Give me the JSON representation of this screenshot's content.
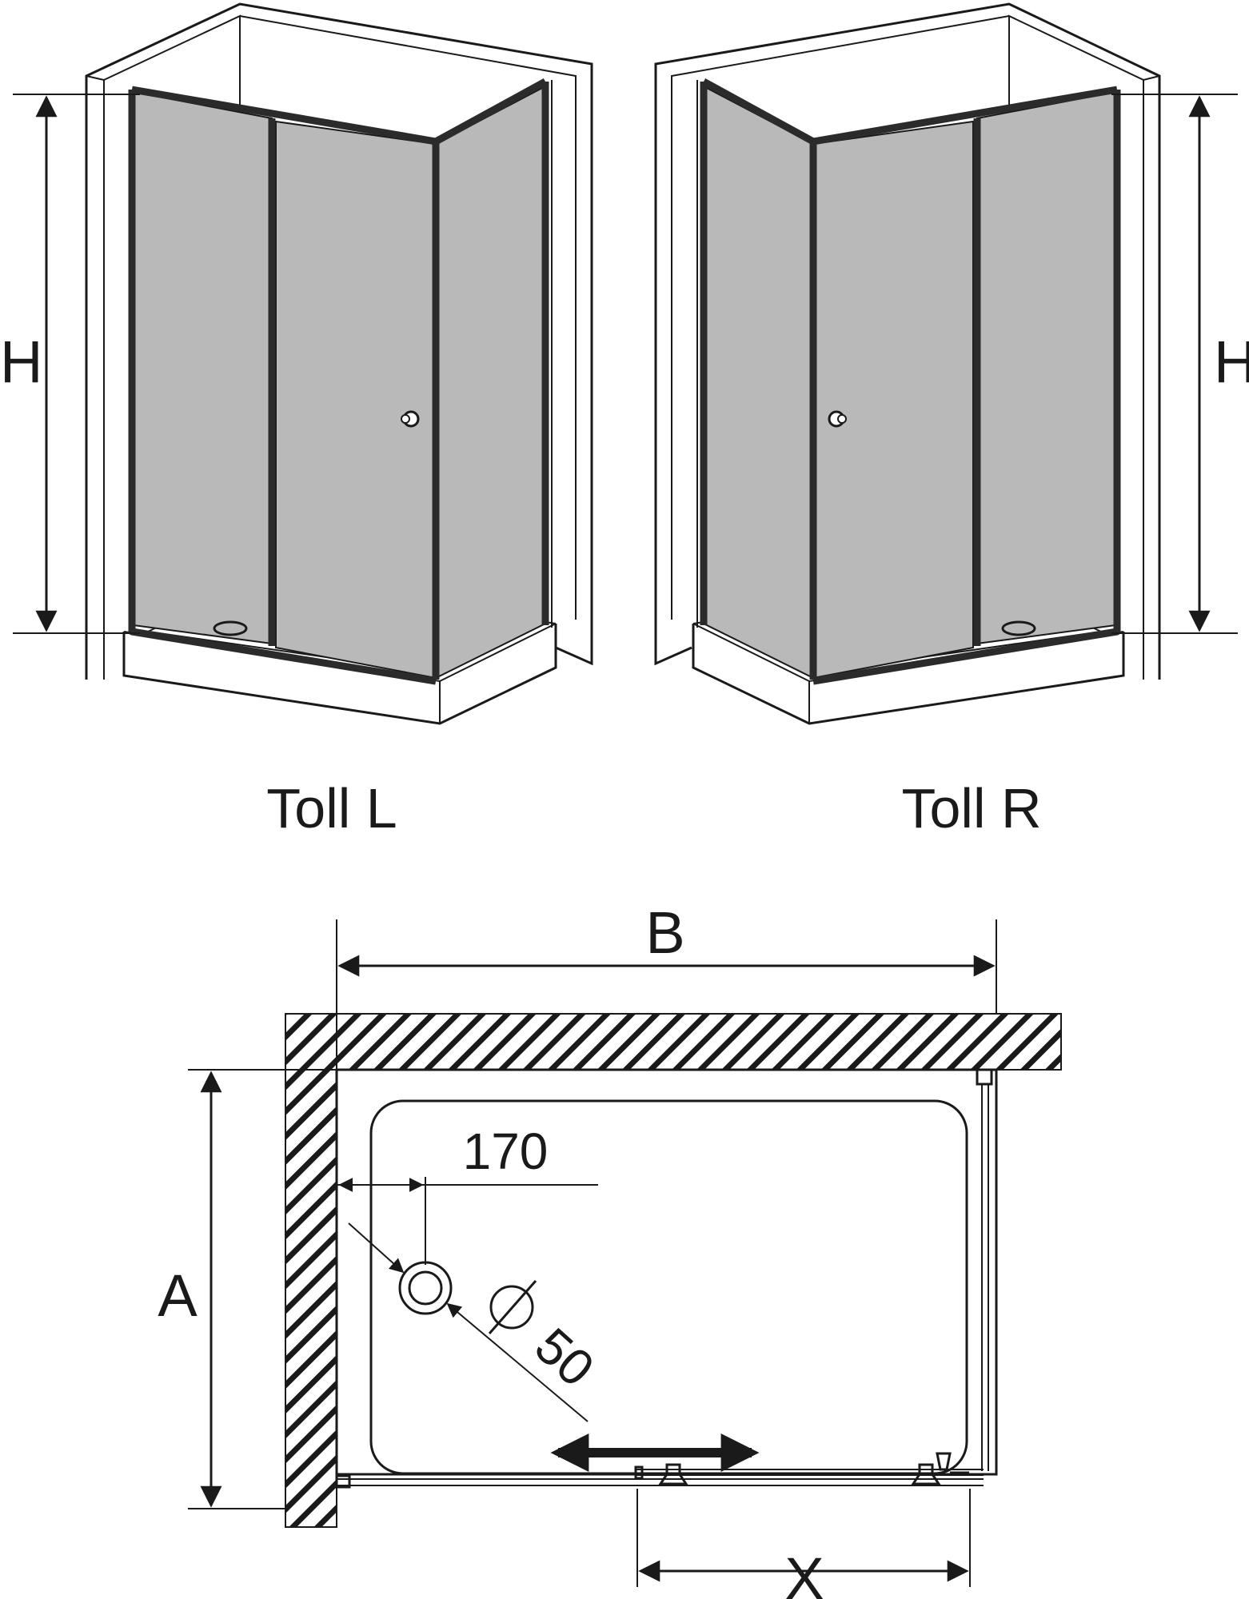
{
  "views": {
    "left": {
      "caption": "Toll L",
      "height_label": "H"
    },
    "right": {
      "caption": "Toll R",
      "height_label": "H"
    }
  },
  "plan": {
    "width_label": "B",
    "depth_label": "A",
    "opening_label": "X",
    "drain_offset": "170",
    "drain_diameter": "50"
  },
  "colors": {
    "glass": "#b9b9b9",
    "frame": "#2b2b2b",
    "line": "#1a1a1a"
  }
}
